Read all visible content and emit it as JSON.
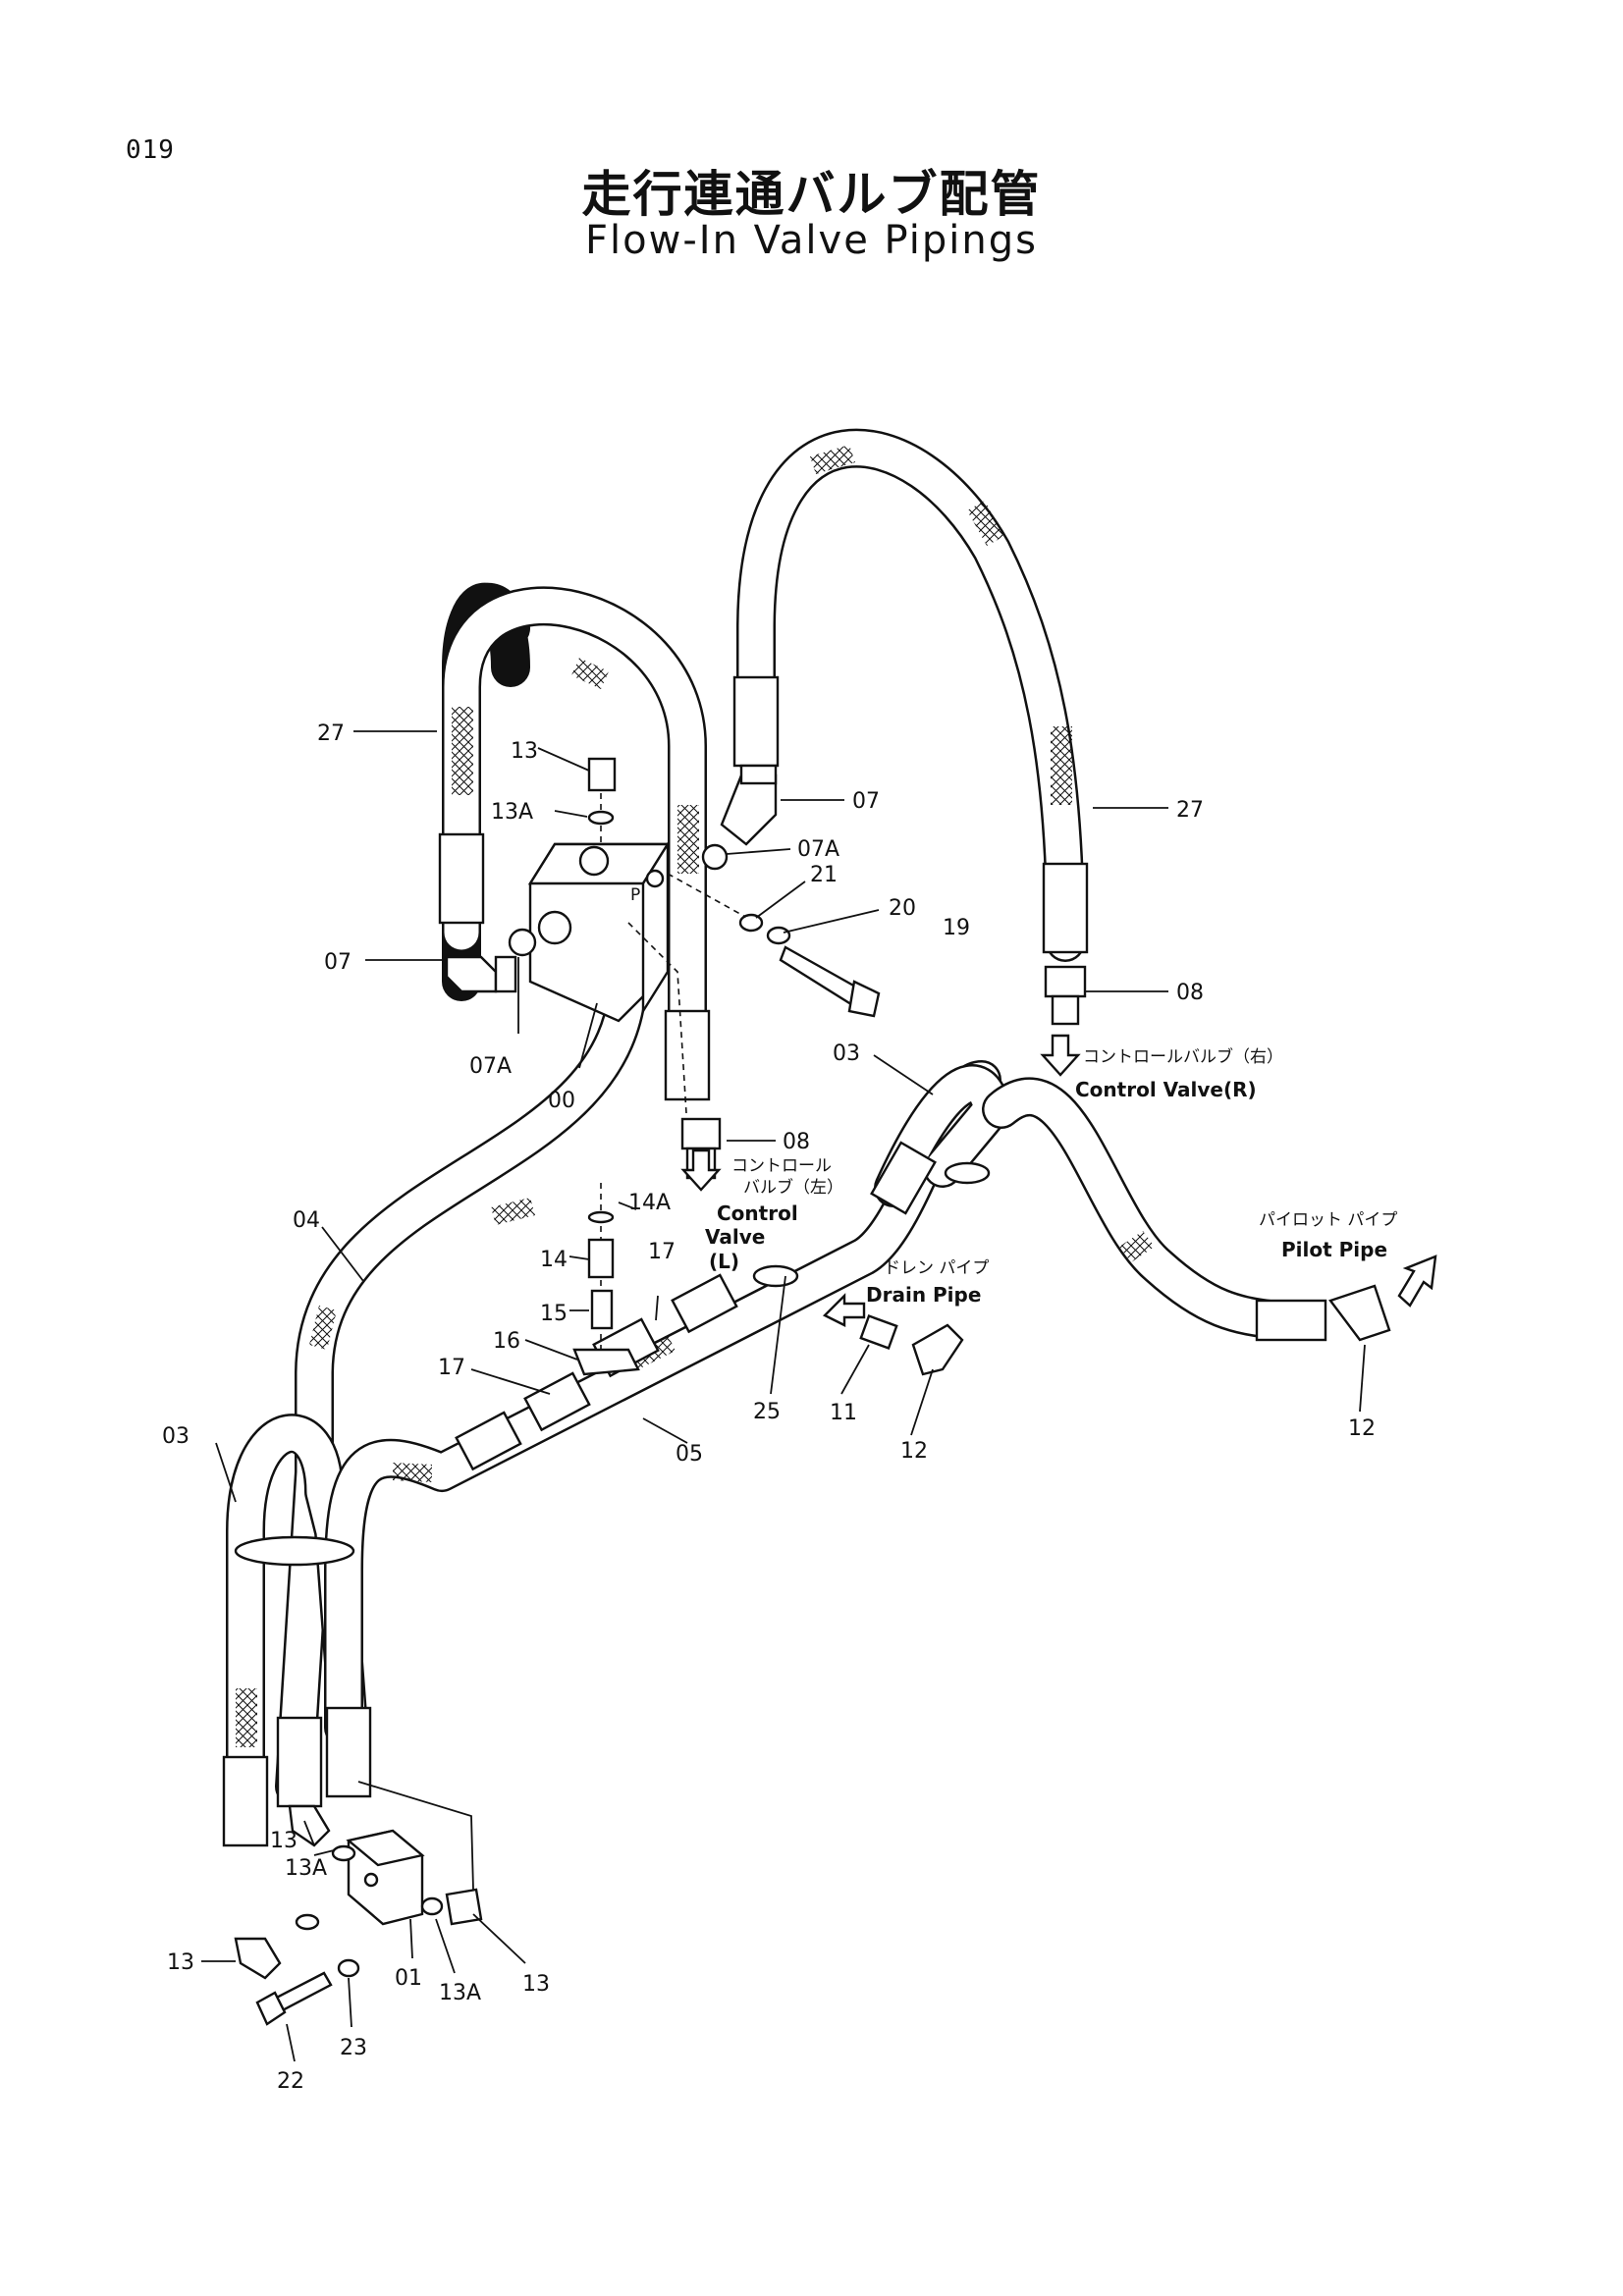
{
  "page_number": "019",
  "title_jp": "走行連通バルブ配管",
  "title_en": "Flow-In Valve Pipings",
  "callouts": {
    "c27_left": "27",
    "c27_right": "27",
    "c13_top": "13",
    "c13a_top": "13A",
    "c07_left": "07",
    "c07_right": "07",
    "c07a_left": "07A",
    "c07a_right": "07A",
    "c00": "00",
    "c21": "21",
    "c20": "20",
    "c19": "19",
    "c08_right": "08",
    "c08_mid": "08",
    "c03_top": "03",
    "c03_left": "03",
    "c04": "04",
    "c14a": "14A",
    "c14": "14",
    "c15": "15",
    "c16": "16",
    "c17_a": "17",
    "c17_b": "17",
    "c05": "05",
    "c25": "25",
    "c11": "11",
    "c12_mid": "12",
    "c12_right": "12",
    "c13_b1": "13",
    "c13a_b1": "13A",
    "c13_b2": "13",
    "c01": "01",
    "c13a_b2": "13A",
    "c13_b3": "13",
    "c22": "22",
    "c23": "23"
  },
  "annotations": {
    "control_valve_r_jp": "コントロールバルブ（右）",
    "control_valve_r_en": "Control Valve(R)",
    "control_valve_l_jp1": "コントロール",
    "control_valve_l_jp2": "バルブ（左）",
    "control_valve_l_en1": "Control",
    "control_valve_l_en2": "Valve",
    "control_valve_l_en3": "(L)",
    "drain_pipe_jp": "ドレン パイプ",
    "drain_pipe_en": "Drain Pipe",
    "pilot_pipe_jp": "パイロット パイプ",
    "pilot_pipe_en": "Pilot Pipe"
  }
}
